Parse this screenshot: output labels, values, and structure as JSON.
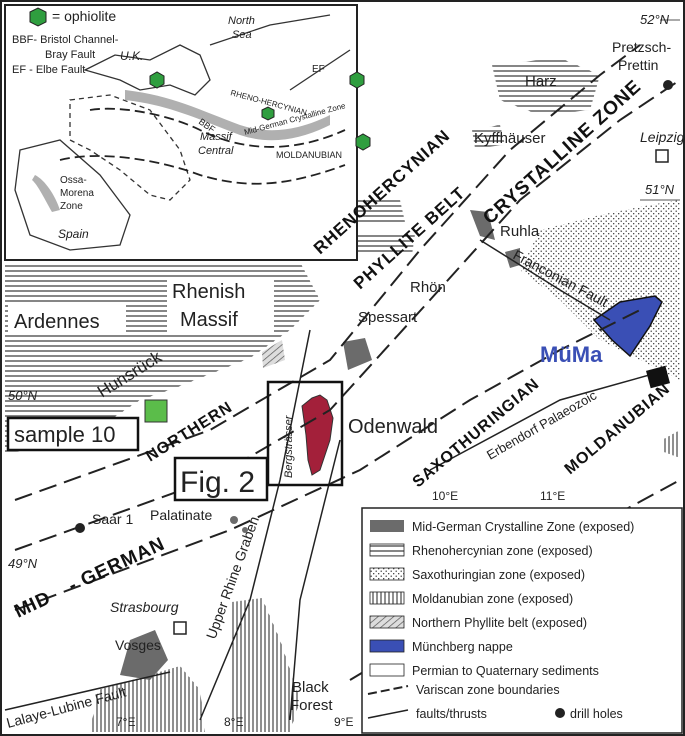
{
  "inset": {
    "ophiolite_legend": "= ophiolite",
    "bbf_abbrev": "BBF- Bristol Channel-",
    "bbf_abbrev2": "Bray Fault",
    "ef_abbrev": "EF  - Elbe Fault",
    "north_sea": "North",
    "north_sea2": "Sea",
    "uk": "U.K.",
    "ef": "EF",
    "bbf": "BBF",
    "rheno": "RHENO-HERCYNIAN",
    "mgcz": "Mid-German Crystalline Zone",
    "massif": "Massif",
    "central": "Central",
    "moldanubian": "MOLDANUBIAN",
    "ossa": "Ossa-",
    "morena": "Morena",
    "zone": "Zone",
    "spain": "Spain"
  },
  "coordinates": {
    "lat52": "52°N",
    "lat51": "51°N",
    "lat50": "50°N",
    "lat49": "49°N",
    "lon7": "7°E",
    "lon8": "8°E",
    "lon9": "9°E",
    "lon10": "10°E",
    "lon11": "11°E"
  },
  "places": {
    "pretzsch": "Pretzsch-",
    "prettin": "Prettin",
    "harz": "Harz",
    "kyffhauser": "Kyffhäuser",
    "leipzig": "Leipzig",
    "ruhla": "Ruhla",
    "rhon": "Rhön",
    "franconian_fault": "Franconian Fault",
    "spessart": "Spessart",
    "muma": "MüMa",
    "erbendorf": "Erbendorf Palaeozoic",
    "odenwald": "Odenwald",
    "bergstrasser": "Bergsträsser",
    "ardennes": "Ardennes",
    "rhenish": "Rhenish",
    "massif": "Massif",
    "hunsruck": "Hunsrück",
    "saar": "Saar 1",
    "palatinate": "Palatinate",
    "upper_rhine": "Upper Rhine Graben",
    "strasbourg": "Strasbourg",
    "vosges": "Vosges",
    "lalaye": "Lalaye-Lubine Fault",
    "black": "Black",
    "forest": "Forest"
  },
  "zones": {
    "rhenohercynian": "RHENOHERCYNIAN",
    "phyllite": "PHYLLITE BELT",
    "crystalline": "CRYSTALLINE ZONE",
    "northern": "NORTHERN",
    "saxothuringian": "SAXOTHURINGIAN",
    "moldanubian": "MOLDANUBIAN",
    "mid": "MID",
    "german": "- GERMAN"
  },
  "callouts": {
    "sample": "sample 10",
    "fig2": "Fig. 2"
  },
  "legend": {
    "items": [
      "Mid-German Crystalline Zone (exposed)",
      "Rhenohercynian zone (exposed)",
      "Saxothuringian  zone (exposed)",
      "Moldanubian  zone (exposed)",
      "Northern Phyllite belt (exposed)",
      "Münchberg nappe",
      "Permian to Quaternary sediments",
      "Variscan zone boundaries",
      "faults/thrusts",
      "drill holes"
    ]
  },
  "colors": {
    "crystalline": "#6b6b6b",
    "munchberg": "#3a4fb5",
    "odenwald": "#a3203a",
    "sample_marker": "#5bbd4a",
    "ophiolite": "#2f9e3f",
    "inset_belt": "#b0b0b0"
  }
}
